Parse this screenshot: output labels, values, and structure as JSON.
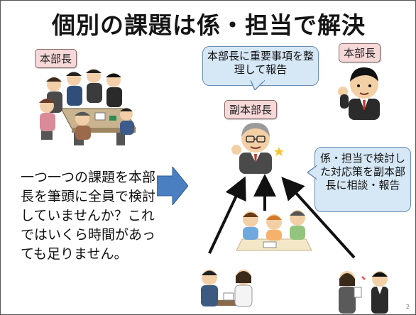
{
  "title": "個別の課題は係・担当で解決",
  "labels": {
    "left_head": "本部長",
    "right_head": "本部長",
    "vice_head": "副本部長"
  },
  "bubbles": {
    "top": "本部長に重要事項を整理して報告",
    "right": "係・担当で検討した対応策を副本部長に相談・報告"
  },
  "description": "一つ一つの課題を本部長を筆頭に全員で検討していませんか？これではいくら時間があっても足りません。",
  "page_number": "2",
  "colors": {
    "bubble_fill": "#d6e7f6",
    "bubble_border": "#6b8db3",
    "label_fill": "#f7d8d8",
    "arrow_blue": "#4a7fc1"
  }
}
